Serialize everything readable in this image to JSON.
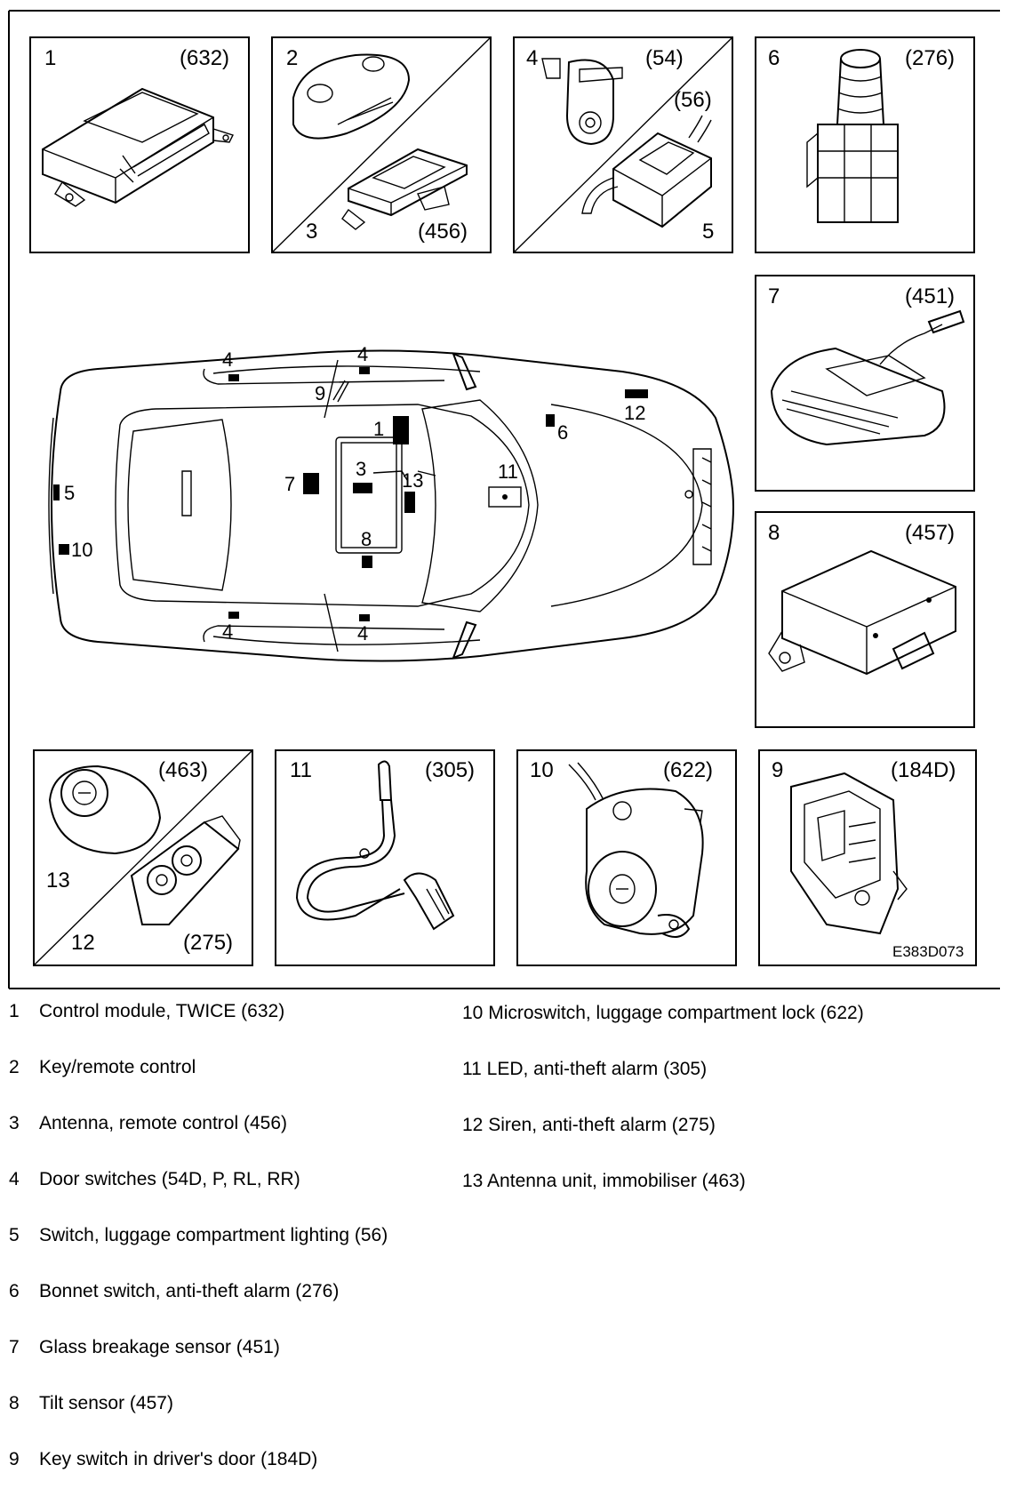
{
  "diagram": {
    "reference_code": "E383D073",
    "panels": [
      {
        "id": "1",
        "num": "1",
        "code": "(632)"
      },
      {
        "id": "2",
        "num": "2",
        "num_b": "3",
        "code": "(456)"
      },
      {
        "id": "4",
        "num": "4",
        "num_b": "5",
        "code": "(54)",
        "code_b": "(56)"
      },
      {
        "id": "6",
        "num": "6",
        "code": "(276)"
      },
      {
        "id": "7",
        "num": "7",
        "code": "(451)"
      },
      {
        "id": "8",
        "num": "8",
        "code": "(457)"
      },
      {
        "id": "13",
        "num": "13",
        "num_b": "12",
        "code": "(463)",
        "code_b": "(275)"
      },
      {
        "id": "11",
        "num": "11",
        "code": "(305)"
      },
      {
        "id": "10",
        "num": "10",
        "code": "(622)"
      },
      {
        "id": "9",
        "num": "9",
        "code": "(184D)"
      }
    ],
    "car_labels": {
      "door_front_left": "4",
      "door_front_right": "4",
      "door_rear_left": "4",
      "door_rear_right": "4",
      "module": "1",
      "antenna": "3",
      "immobiliser": "13",
      "glass": "7",
      "tilt": "8",
      "key_switch": "9",
      "led": "11",
      "siren": "12",
      "bonnet": "6",
      "luggage_light": "5",
      "luggage_lock": "10"
    }
  },
  "legend": {
    "left": [
      {
        "num": "1",
        "text": "Control module, TWICE (632)"
      },
      {
        "num": "2",
        "text": "Key/remote control"
      },
      {
        "num": "3",
        "text": "Antenna, remote control (456)"
      },
      {
        "num": "4",
        "text": "Door switches (54D, P, RL, RR)"
      },
      {
        "num": "5",
        "text": "Switch, luggage compartment lighting (56)"
      },
      {
        "num": "6",
        "text": "Bonnet switch, anti-theft alarm (276)"
      },
      {
        "num": "7",
        "text": "Glass breakage sensor (451)"
      },
      {
        "num": "8",
        "text": "Tilt sensor (457)"
      },
      {
        "num": "9",
        "text": "Key switch in driver's door (184D)"
      }
    ],
    "right": [
      {
        "num": "10",
        "text": "Microswitch, luggage compartment lock (622)"
      },
      {
        "num": "11",
        "text": "LED, anti-theft alarm (305)"
      },
      {
        "num": "12",
        "text": "Siren, anti-theft alarm (275)"
      },
      {
        "num": "13",
        "text": "Antenna unit, immobiliser (463)"
      }
    ]
  }
}
